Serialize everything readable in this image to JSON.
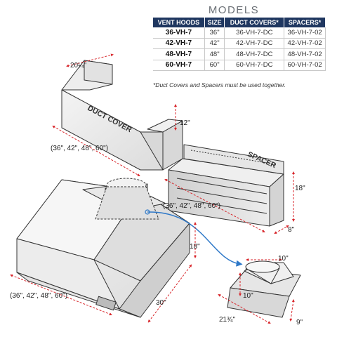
{
  "table": {
    "title": "MODELS AVAILABLE",
    "headers": [
      "VENT HOODS",
      "SIZE",
      "DUCT COVERS*",
      "SPACERS*"
    ],
    "rows": [
      {
        "hood": "36-VH-7",
        "size": "36\"",
        "duct": "36-VH-7-DC",
        "spacer": "36-VH-7-02"
      },
      {
        "hood": "42-VH-7",
        "size": "42\"",
        "duct": "42-VH-7-DC",
        "spacer": "42-VH-7-02"
      },
      {
        "hood": "48-VH-7",
        "size": "48\"",
        "duct": "48-VH-7-DC",
        "spacer": "48-VH-7-02"
      },
      {
        "hood": "60-VH-7",
        "size": "60\"",
        "duct": "60-VH-7-DC",
        "spacer": "60-VH-7-02"
      }
    ],
    "footnote": "*Duct Covers and Spacers must be used together."
  },
  "labels": {
    "duct_cover": "DUCT COVER",
    "spacer": "SPACER"
  },
  "dimensions": {
    "duct_depth": "20¼\"",
    "duct_height": "12\"",
    "duct_width": "(36\", 42\", 48\", 60\")",
    "spacer_width": "(36\", 42\", 48\", 60\")",
    "spacer_height": "18\"",
    "spacer_depth": "8\"",
    "hood_height": "18\"",
    "hood_width": "(36\", 42\", 48\", 60\")",
    "hood_depth": "30\"",
    "transition_top": "10\"",
    "transition_height": "10\"",
    "transition_width": "21¾\"",
    "transition_depth": "9\""
  },
  "colors": {
    "header_bg": "#1f3760",
    "dimension_red": "#d8262b",
    "connector_blue": "#2e78c8"
  }
}
